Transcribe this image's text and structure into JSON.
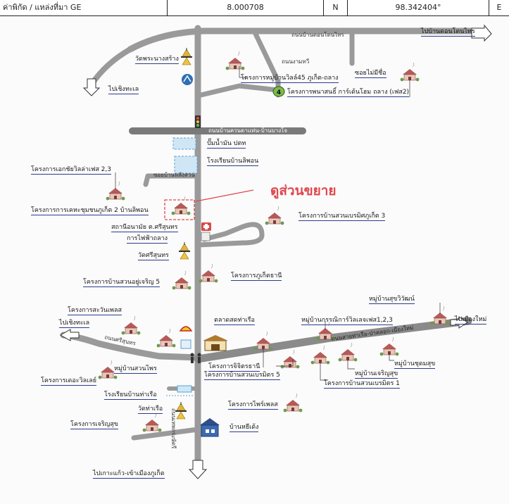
{
  "header": {
    "coord_label": "ค่าพิกัด / แหล่งที่มา  GE",
    "lat_value": "8.000708",
    "lat_dir": "N",
    "lon_value": "98.342404°",
    "lon_dir": "E"
  },
  "map": {
    "zoom_label": "ดูส่วนขยาย",
    "roads": {
      "top": "ถนนบ้านดอนโดนไทร",
      "north": "ถนนบ้านควนดาแห่น-บ้านบางโจ",
      "jaroen": "ถนนงามทวี",
      "south_main": "ถนนสายท่าเรือ-ป่าคลอก-เมืองใหม่",
      "west_main": "ถนนศรีสุนทร",
      "ban_lang": "ซอยบ้านหลังสวน",
      "vertical": "ถนนเทพกระษัตรี"
    },
    "directions": {
      "to_don": "ไปบ้านดอนโดนไทร",
      "to_cheng_talay_n": "ไปเชิงทะเล",
      "to_soi": "ซอยไม่มีชื่อ",
      "to_cheng_talay_w": "ไปเชิงทะเล",
      "to_muang_mai": "ไปเมืองใหม่",
      "to_kaew": "ไปเกาะแก้ว-เข้าเมืองภูเก็ต"
    },
    "places": [
      "วัดพระนางสร้าง",
      "โครงการหมู่บ้านวิลล์45 ภูเก็ต-ถลาง",
      "โครงการพนาสนธิ์ การ์เด้นโฮม ถลาง (เฟส2)",
      "ปั๊มน้ำมัน ปตท",
      "โรงเรียนบ้านลิพอน",
      "โครงการเอกชัยวิลล่าเฟส 2,3",
      "โครงการการเคหะชุมชนภูเก็ต 2 บ้านลิพอน",
      "โครงการบ้านสวนเบรมิศภูเก็ต 3",
      "สถานีอนามัย ต.ศรีสุนทร",
      "การไฟฟ้าถลาง",
      "วัดศรีสุนทร",
      "โครงการบ้านสวนอยู่เจริญ 5",
      "โครงการภูเก็ตธานี",
      "หมู่บ้านสุขวิวัฒน์",
      "โครงการสะวันเพลส",
      "ตลาดสดท่าเรือ",
      "หมู่บ้านกรรณิการ์วิลเลจเฟส1,2,3",
      "หมู่บ้านสวนไพร",
      "โครงการจิจิตรธานี",
      "โครงการบ้านสวนเบรมิตร 5",
      "หมู่บ้านเจริญสุข",
      "หมู่บ้านชุดมสุข",
      "โครงการบ้านสวนเบรมิตร 1",
      "โครงการเดอะวิลเลย์",
      "โรงเรียนบ้านท่าเรือ",
      "โครงการไพร์เพลส",
      "วัดท่าเรือ",
      "โครงการเจริญสุข",
      "บ้านหยีเด้ง"
    ],
    "route_number": "4",
    "colors": {
      "road": "#9a9a9a",
      "road_dark": "#7a7a7a",
      "label_link": "#2a3d8f",
      "zoom": "#e0474c",
      "house_roof": "#b65a58"
    }
  }
}
